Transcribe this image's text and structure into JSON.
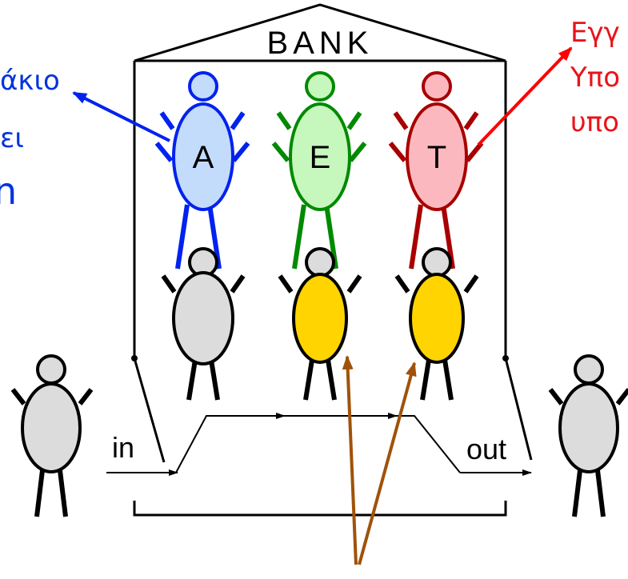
{
  "bank_label": "BANK",
  "in_label": "in",
  "out_label": "out",
  "left_annotation": {
    "lines": [
      "άκιο",
      "ει",
      "n"
    ],
    "color": "#0033dd"
  },
  "right_annotation": {
    "lines": [
      "Εγγ",
      "Υπο",
      "υπο"
    ],
    "color": "#e8141a"
  },
  "customer_colors": {
    "A": "#c3dcfb",
    "E": "#c6f7bd",
    "T": "#fbb9bf",
    "gray": "#dcdcdc",
    "yellow": "#ffd400"
  },
  "thread_labels": {
    "A": "A",
    "E": "E",
    "T": "T"
  },
  "colors": {
    "blue": "#0022ee",
    "green": "#008a00",
    "darkred": "#a80000",
    "red": "#ff0000",
    "brown": "#a0520a"
  }
}
